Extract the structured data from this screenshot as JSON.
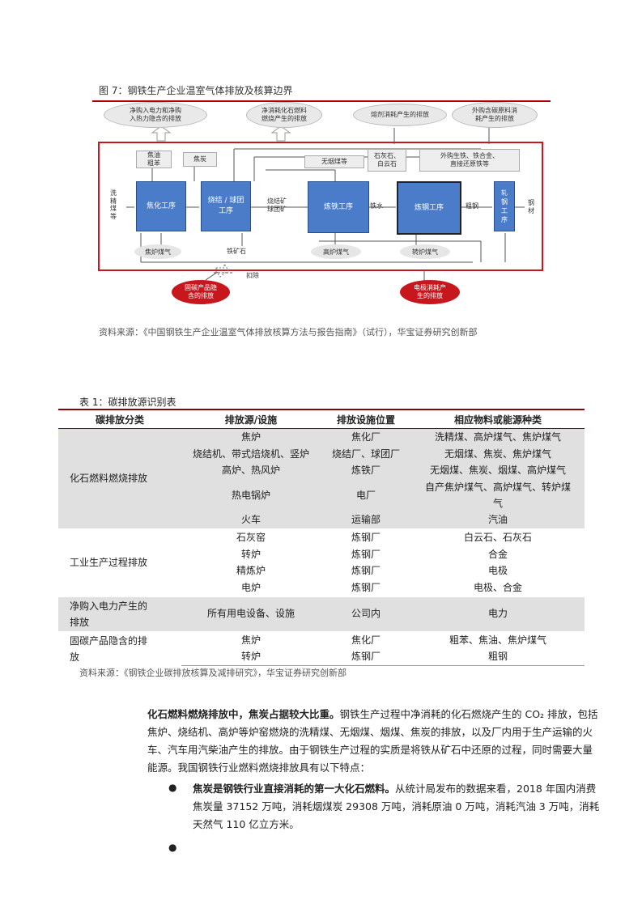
{
  "figure": {
    "caption": "图 7：钢铁生产企业温室气体排放及核算边界",
    "clouds": {
      "purchased": "净购入电力和净购\n入热力隐含的排放",
      "fuel": "净消耗化石燃料\n燃烧产生的排放",
      "flux": "熔剂消耗产生的排放",
      "carbon_input": "外购含碳原料消\n耗产生的排放"
    },
    "inputs": {
      "tar": "焦油\n粗苯",
      "coke": "焦炭",
      "anthracite": "无烟煤等",
      "limestone": "石灰石、\n白云石",
      "pig_iron": "外购生铁、铁合金、\n直接还原铁等"
    },
    "processes": {
      "coking": "焦化工序",
      "sinter": "烧结 / 球团\n工序",
      "blast": "炼铁工序",
      "steel": "炼钢工序",
      "rolling": "轧\n钢\n工\n序"
    },
    "flows": {
      "coal": "洗\n精\n煤\n等",
      "sinter_ore": "烧结矿\n球团矿",
      "molten_iron": "铁水",
      "crude_steel": "粗钢",
      "steel_product": "钢\n材",
      "iron_ore": "铁矿石"
    },
    "gases": {
      "coke_gas": "焦炉煤气",
      "blast_gas": "高炉煤气",
      "converter_gas": "转炉煤气"
    },
    "deduct": "扣除",
    "red_ovals": {
      "fixed_carbon": "固碳产品隐\n含的排放",
      "electricity": "电极消耗产\n生的排放"
    },
    "source": "资料来源：《中国钢铁生产企业温室气体排放核算方法与报告指南》（试行），华宝证券研究创新部"
  },
  "table": {
    "title": "表 1：碳排放源识别表",
    "headers": [
      "碳排放分类",
      "排放源/设施",
      "排放设施位置",
      "相应物料或能源种类"
    ],
    "groups": [
      {
        "category": "化石燃料燃烧排放",
        "rows": [
          [
            "焦炉",
            "焦化厂",
            "洗精煤、高炉煤气、焦炉煤气"
          ],
          [
            "烧结机、带式焙烧机、竖炉",
            "烧结厂、球团厂",
            "无烟煤、焦炭、焦炉煤气"
          ],
          [
            "高炉、热风炉",
            "炼铁厂",
            "无烟煤、焦炭、烟煤、高炉煤气"
          ],
          [
            "热电锅炉",
            "电厂",
            "自产焦炉煤气、高炉煤气、转炉煤\n气"
          ],
          [
            "火车",
            "运输部",
            "汽油"
          ]
        ]
      },
      {
        "category": "工业生产过程排放",
        "rows": [
          [
            "石灰窑",
            "炼钢厂",
            "白云石、石灰石"
          ],
          [
            "转炉",
            "炼钢厂",
            "合金"
          ],
          [
            "精炼炉",
            "炼钢厂",
            "电极"
          ],
          [
            "电炉",
            "炼钢厂",
            "电极、合金"
          ]
        ]
      },
      {
        "category": "净购入电力产生的\n排放",
        "rows": [
          [
            "所有用电设备、设施",
            "公司内",
            "电力"
          ]
        ]
      },
      {
        "category": "固碳产品隐含的排\n放",
        "rows": [
          [
            "焦炉",
            "焦化厂",
            "粗苯、焦油、焦炉煤气"
          ],
          [
            "转炉",
            "炼钢厂",
            "粗钢"
          ]
        ]
      }
    ],
    "source": "资料来源：《钢铁企业碳排放核算及减排研究》，华宝证券研究创新部"
  },
  "body": {
    "para_bold": "化石燃料燃烧排放中，焦炭占据较大比重。",
    "para_text": "钢铁生产过程中净消耗的化石燃烧产生的 CO₂ 排放，包括焦炉、烧结机、高炉等炉窑燃烧的洗精煤、无烟煤、烟煤、焦炭的排放，以及厂内用于生产运输的火车、汽车用汽柴油产生的排放。由于钢铁生产过程的实质是将铁从矿石中还原的过程，同时需要大量能源。我国钢铁行业燃料燃烧排放具有以下特点：",
    "bullet1_bold": "焦炭是钢铁行业直接消耗的第一大化石燃料。",
    "bullet1_text": "从统计局发布的数据来看，2018 年国内消费焦炭量 37152 万吨，消耗烟煤炭 29308 万吨，消耗原油 0 万吨，消耗汽油 3 万吨，消耗天然气 110 亿立方米。",
    "bullet_symbol": "●"
  }
}
